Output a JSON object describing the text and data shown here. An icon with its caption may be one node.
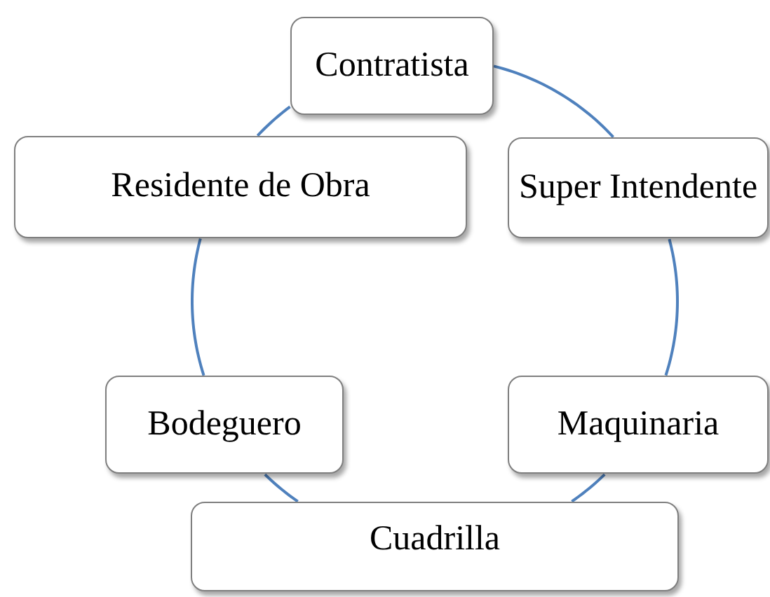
{
  "diagram": {
    "nodes": [
      {
        "text": [
          "Contratista"
        ]
      },
      {
        "text": [
          "Super Intendente"
        ]
      },
      {
        "text": [
          "Maquinaria"
        ]
      },
      {
        "text": [
          "Cuadrilla"
        ]
      },
      {
        "text": [
          "Bodeguero"
        ]
      },
      {
        "text": [
          "Residente de Obra"
        ]
      }
    ],
    "edges": [
      {
        "from": 0,
        "to": 1,
        "arrow": "none"
      },
      {
        "from": 1,
        "to": 2,
        "arrow": "none"
      },
      {
        "from": 2,
        "to": 3,
        "arrow": "none"
      },
      {
        "from": 3,
        "to": 4,
        "arrow": "none"
      },
      {
        "from": 4,
        "to": 5,
        "arrow": "none"
      },
      {
        "from": 5,
        "to": 0,
        "arrow": "none"
      }
    ]
  }
}
